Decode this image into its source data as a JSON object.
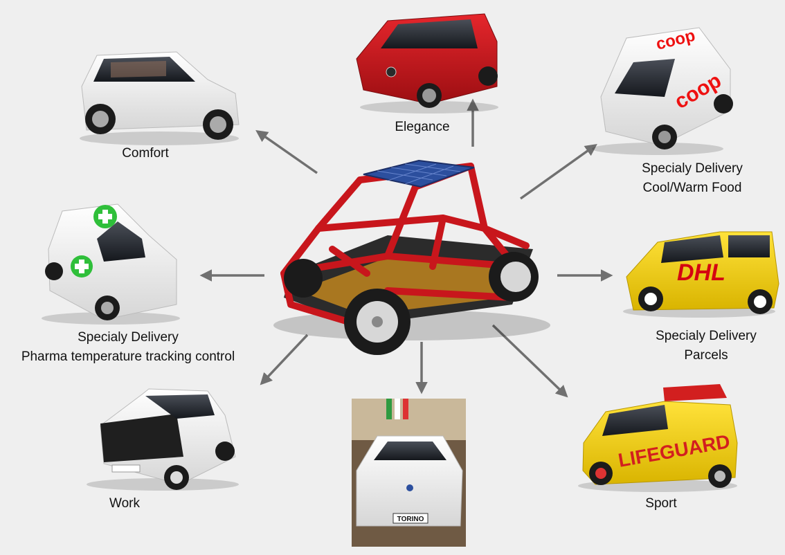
{
  "nodes": {
    "comfort": {
      "lines": [
        "Comfort"
      ]
    },
    "elegance": {
      "lines": [
        "Elegance"
      ]
    },
    "food": {
      "lines": [
        "Specialy Delivery",
        "Cool/Warm Food"
      ]
    },
    "pharma": {
      "lines": [
        "Specialy Delivery",
        "Pharma temperature tracking control"
      ]
    },
    "parcels": {
      "lines": [
        "Specialy Delivery",
        "Parcels"
      ]
    },
    "work": {
      "lines": [
        "Work"
      ]
    },
    "sport": {
      "lines": [
        "Sport"
      ]
    }
  },
  "logos": {
    "coop_roof": "coop",
    "coop_door": "coop",
    "dhl": "DHL",
    "lifeguard": "LIFEGUARD",
    "plate_torino": "TORINO"
  },
  "colors": {
    "background": "#efefef",
    "arrow": "#707070",
    "frame_red": "#c8161c",
    "car_red": "#d0191f",
    "car_white": "#f4f4f4",
    "dhl_yellow": "#f6d21a",
    "dhl_red": "#d40511",
    "lifeguard_yellow": "#f4d417",
    "pharma_green": "#2fbf3a",
    "solar_blue": "#2c4f9e"
  }
}
